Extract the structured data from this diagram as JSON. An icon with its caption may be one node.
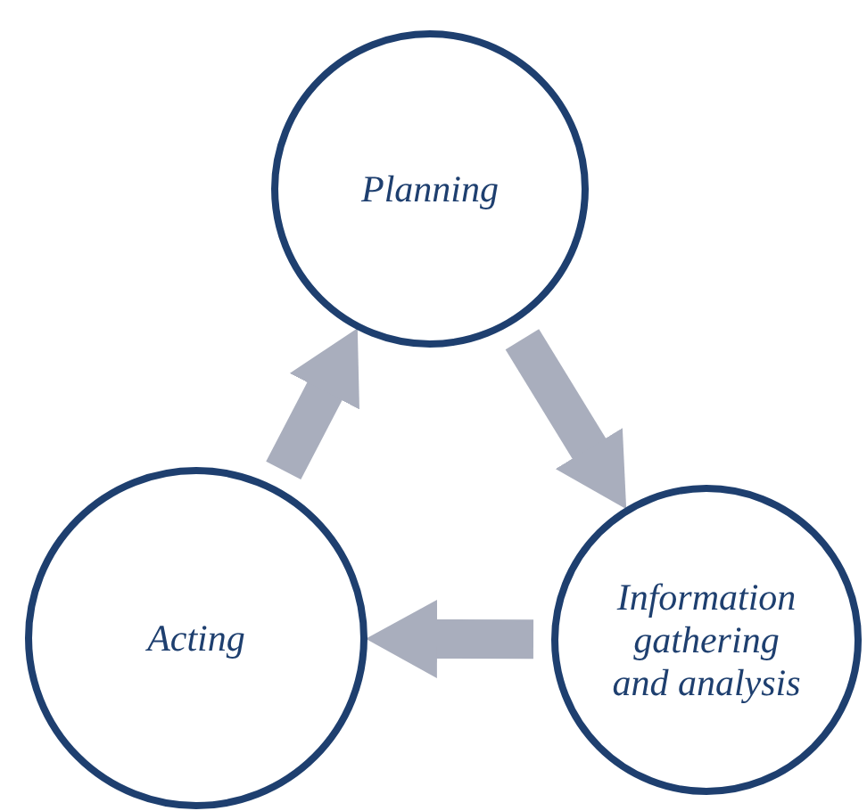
{
  "diagram": {
    "nodes": [
      {
        "text": [
          "Planning"
        ]
      },
      {
        "text": [
          "Information gathering and analysis"
        ]
      },
      {
        "text": [
          "Acting"
        ]
      }
    ],
    "edges": [
      {
        "from": 0,
        "to": 1,
        "arrow": "to"
      },
      {
        "from": 1,
        "to": 2,
        "arrow": "to"
      },
      {
        "from": 2,
        "to": 0,
        "arrow": "to"
      }
    ]
  }
}
